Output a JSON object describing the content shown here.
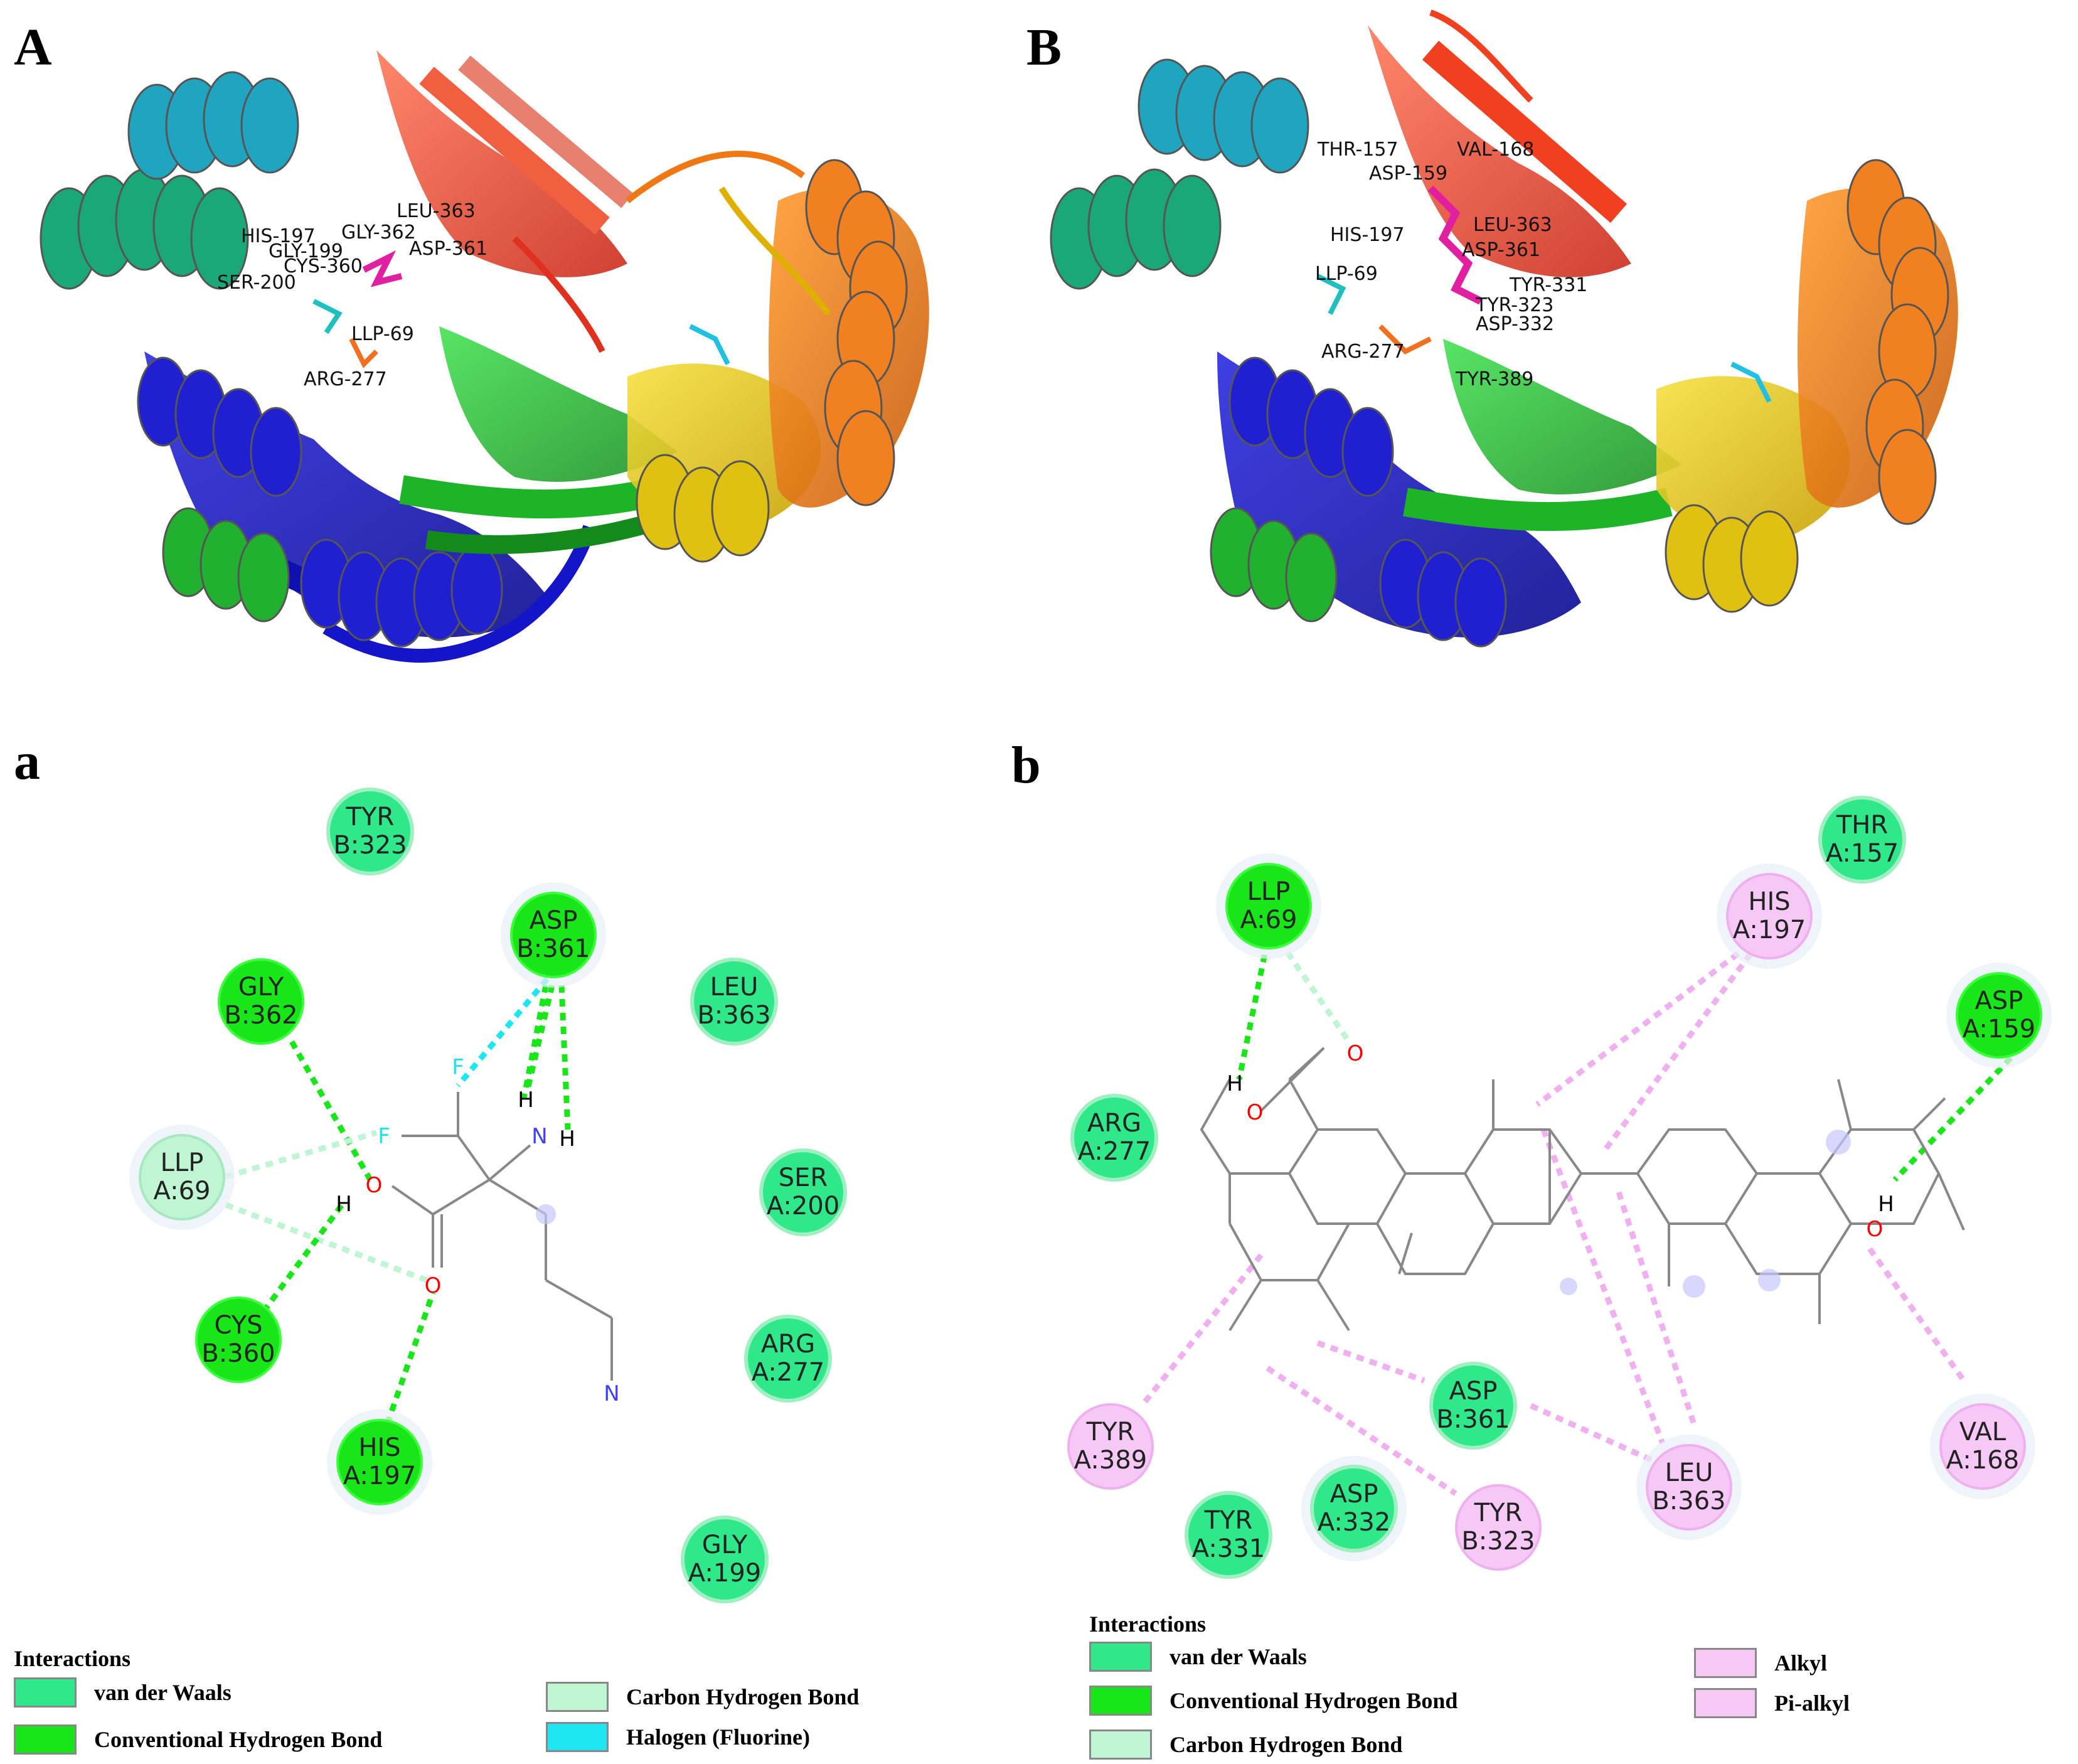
{
  "panels": {
    "A": {
      "letter": "A",
      "labels": [
        "LEU-363",
        "HIS-197",
        "GLY-362",
        "GLY-199",
        "ASP-361",
        "CYS-360",
        "SER-200",
        "LLP-69",
        "ARG-277"
      ]
    },
    "B": {
      "letter": "B",
      "labels": [
        "THR-157",
        "VAL-168",
        "ASP-159",
        "LEU-363",
        "HIS-197",
        "ASP-361",
        "LLP-69",
        "TYR-331",
        "TYR-323",
        "ASP-332",
        "ARG-277",
        "TYR-389"
      ]
    },
    "a": {
      "letter": "a",
      "residues": [
        {
          "name": "TYR",
          "id": "B:323"
        },
        {
          "name": "ASP",
          "id": "B:361"
        },
        {
          "name": "GLY",
          "id": "B:362"
        },
        {
          "name": "LEU",
          "id": "B:363"
        },
        {
          "name": "LLP",
          "id": "A:69"
        },
        {
          "name": "SER",
          "id": "A:200"
        },
        {
          "name": "CYS",
          "id": "B:360"
        },
        {
          "name": "ARG",
          "id": "A:277"
        },
        {
          "name": "HIS",
          "id": "A:197"
        },
        {
          "name": "GLY",
          "id": "A:199"
        }
      ],
      "atoms": [
        "F",
        "F",
        "N",
        "H",
        "H",
        "O",
        "H",
        "O",
        "N"
      ],
      "legend": {
        "title": "Interactions",
        "items": [
          {
            "label": "van der Waals",
            "color": "#2ee88a"
          },
          {
            "label": "Conventional Hydrogen Bond",
            "color": "#19e619"
          },
          {
            "label": "Carbon Hydrogen Bond",
            "color": "#bff5d2"
          },
          {
            "label": "Halogen (Fluorine)",
            "color": "#1ee6f0"
          }
        ]
      }
    },
    "b": {
      "letter": "b",
      "residues": [
        {
          "name": "THR",
          "id": "A:157"
        },
        {
          "name": "LLP",
          "id": "A:69"
        },
        {
          "name": "HIS",
          "id": "A:197"
        },
        {
          "name": "ASP",
          "id": "A:159"
        },
        {
          "name": "ARG",
          "id": "A:277"
        },
        {
          "name": "ASP",
          "id": "B:361"
        },
        {
          "name": "TYR",
          "id": "A:389"
        },
        {
          "name": "VAL",
          "id": "A:168"
        },
        {
          "name": "LEU",
          "id": "B:363"
        },
        {
          "name": "TYR",
          "id": "A:331"
        },
        {
          "name": "ASP",
          "id": "A:332"
        },
        {
          "name": "TYR",
          "id": "B:323"
        }
      ],
      "atoms": [
        "O",
        "O",
        "H",
        "O",
        "H"
      ],
      "legend": {
        "title": "Interactions",
        "items": [
          {
            "label": "van der Waals",
            "color": "#2ee88a"
          },
          {
            "label": "Conventional Hydrogen Bond",
            "color": "#19e619"
          },
          {
            "label": "Carbon Hydrogen Bond",
            "color": "#bff5d2"
          },
          {
            "label": "Alkyl",
            "color": "#f5c8f5"
          },
          {
            "label": "Pi-alkyl",
            "color": "#f5c8f5"
          }
        ]
      }
    }
  },
  "colors": {
    "vdw": "#2ee88a",
    "conventional_hbond": "#19e619",
    "carbon_hbond": "#bff5d2",
    "halogen": "#1ee6f0",
    "alkyl": "#f5c8f5",
    "protein_blue": "#1414c8",
    "protein_cyan": "#19a5b4",
    "protein_green": "#1eb428",
    "protein_yellow": "#e6c80a",
    "protein_orange": "#f07814",
    "protein_red": "#e63c28"
  }
}
